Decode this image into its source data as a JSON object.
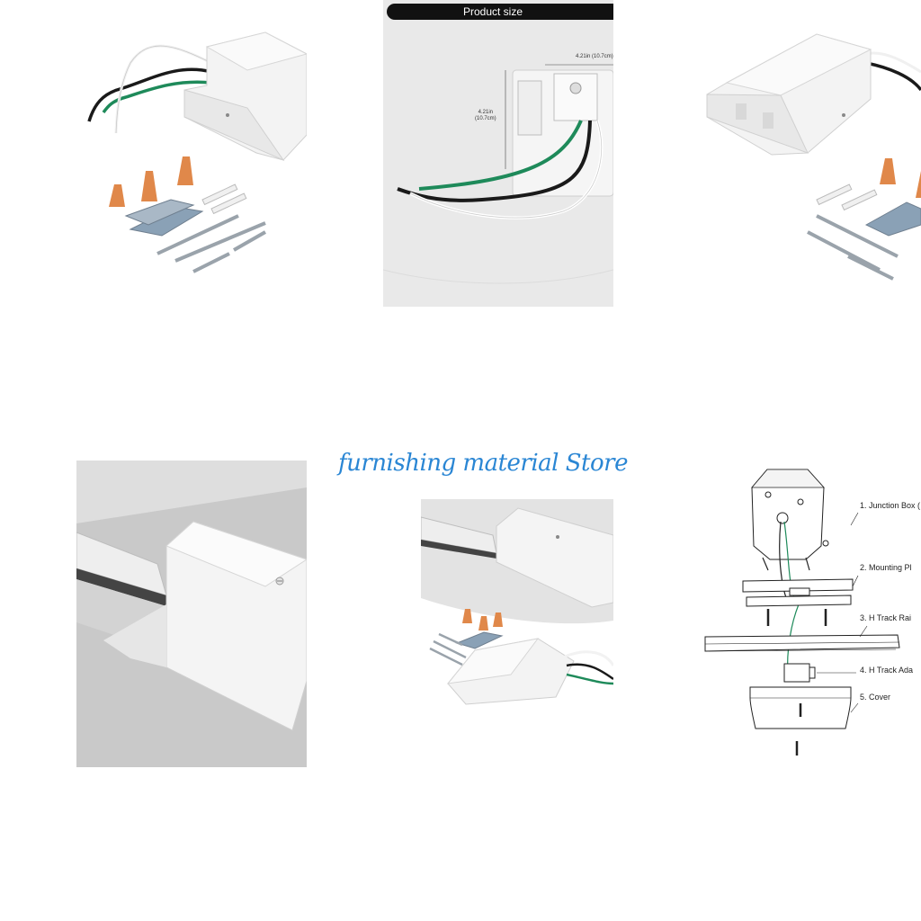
{
  "store": {
    "title": "furnishing material Store"
  },
  "product_size": {
    "header": "Product size",
    "width_label": "4.21in (10.7cm)",
    "height_label_line1": "4.21in",
    "height_label_line2": "(10.7cm)"
  },
  "diagram": {
    "labels": [
      "1. Junction Box (",
      "2. Mounting Pl",
      "3. H Track Rai",
      "4. H Track Ada",
      "5. Cover"
    ]
  },
  "colors": {
    "store_title": "#2a86d4",
    "wire_green": "#1e8a5a",
    "wire_black": "#1a1a1a",
    "connector_orange": "#e0884a"
  }
}
